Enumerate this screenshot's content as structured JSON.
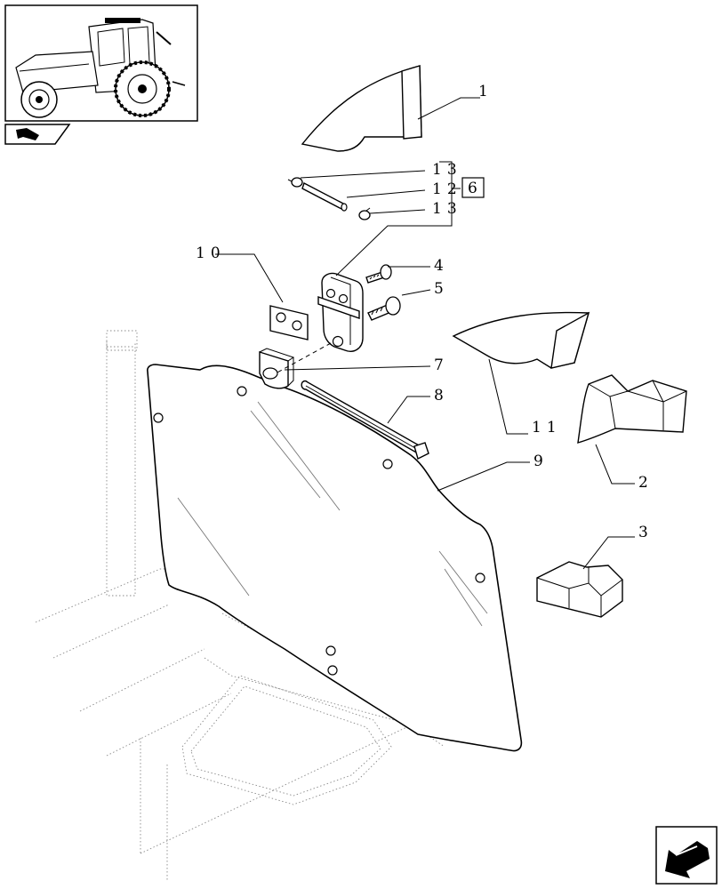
{
  "diagram": {
    "callouts": {
      "c1": "1",
      "c2": "2",
      "c3": "3",
      "c4": "4",
      "c5": "5",
      "c7": "7",
      "c8": "8",
      "c9": "9",
      "c10": "10",
      "c11": "11",
      "c12": "12",
      "c13a": "13",
      "c13b": "13",
      "ref6": "6"
    }
  },
  "icons": {
    "thumbnail": "tractor-thumbnail",
    "section_flag": "section-arrow-icon",
    "next_page": "next-page-arrow-icon"
  }
}
